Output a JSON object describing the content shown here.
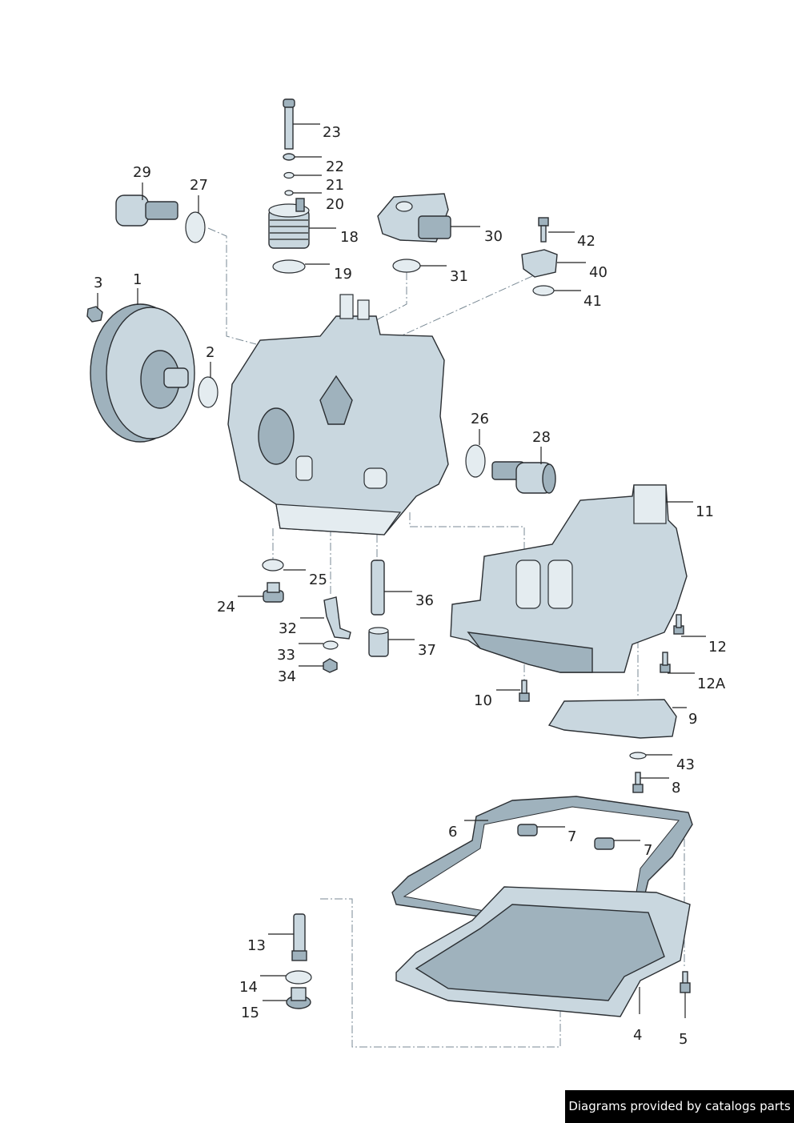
{
  "diagram": {
    "callouts": [
      "23",
      "22",
      "21",
      "20",
      "18",
      "19",
      "29",
      "27",
      "30",
      "31",
      "42",
      "40",
      "41",
      "3",
      "1",
      "2",
      "26",
      "28",
      "11",
      "25",
      "24",
      "36",
      "32",
      "37",
      "33",
      "34",
      "12",
      "12A",
      "10",
      "9",
      "43",
      "8",
      "6",
      "7",
      "7",
      "13",
      "14",
      "15",
      "4",
      "5"
    ]
  },
  "footer": {
    "text": "Diagrams provided by catalogs parts"
  }
}
